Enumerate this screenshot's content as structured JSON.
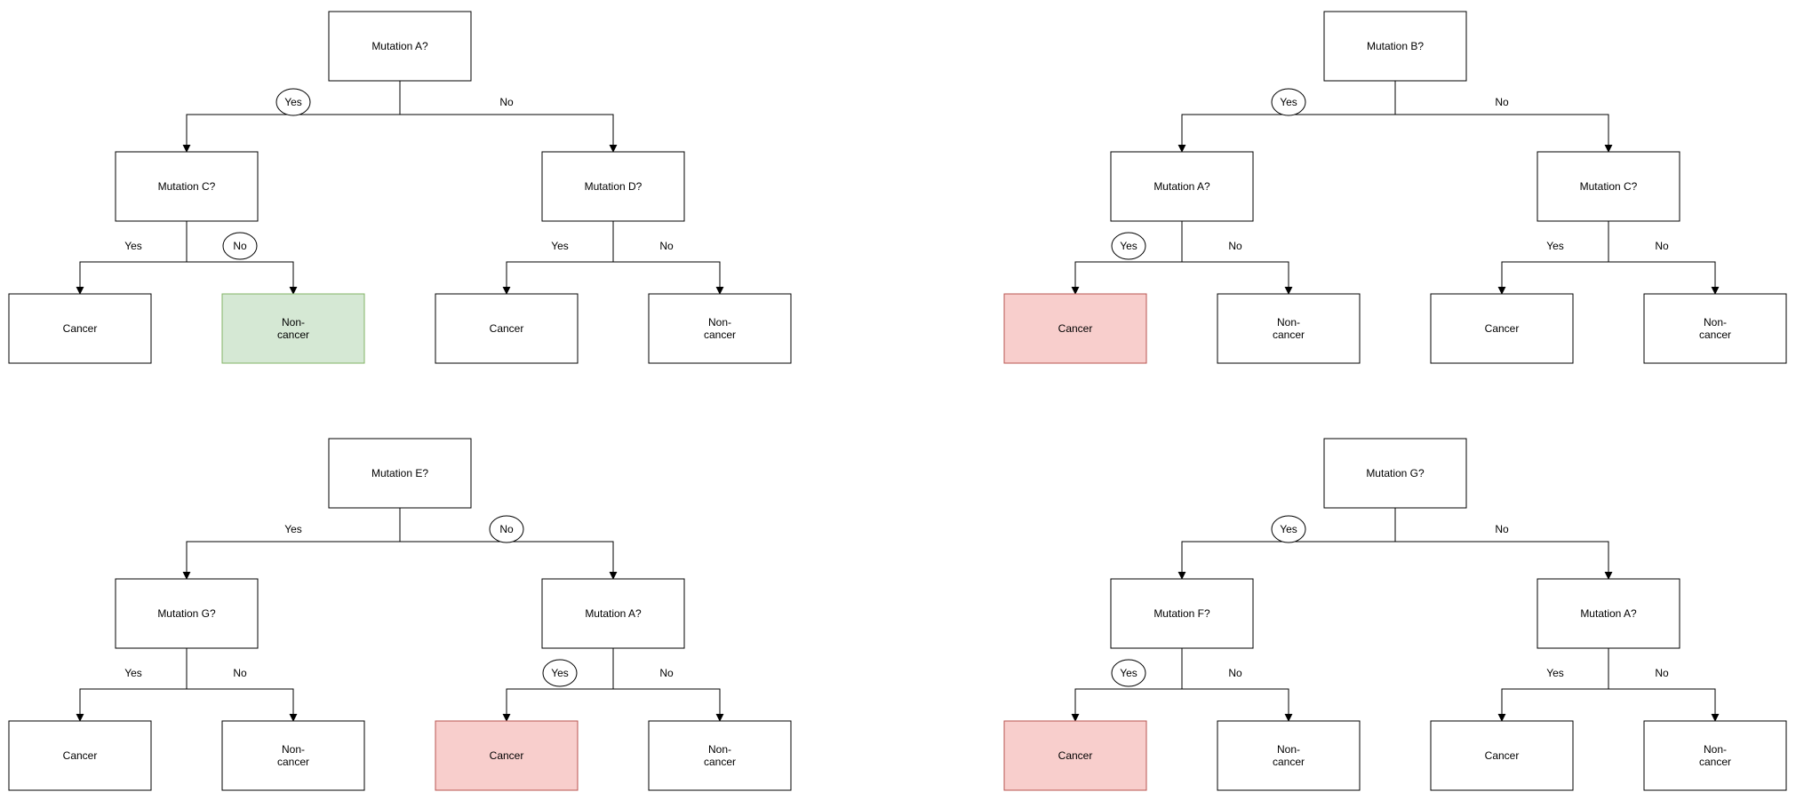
{
  "diagram": {
    "background": "#ffffff",
    "colors": {
      "node_fill": "#ffffff",
      "node_stroke": "#000000",
      "edge": "#000000",
      "text": "#000000",
      "highlight_green_fill": "#d5e8d4",
      "highlight_green_stroke": "#82b366",
      "highlight_red_fill": "#f8cecc",
      "highlight_red_stroke": "#b85450"
    },
    "trees": [
      {
        "name": "tree-top-left",
        "root": {
          "label": "Mutation A?"
        },
        "branches": [
          {
            "edge": {
              "label": "Yes",
              "circled": true
            },
            "node": {
              "label": "Mutation C?"
            },
            "leaves": [
              {
                "edge": {
                  "label": "Yes",
                  "circled": false
                },
                "lines": [
                  "Cancer"
                ],
                "highlight": "none"
              },
              {
                "edge": {
                  "label": "No",
                  "circled": true
                },
                "lines": [
                  "Non-",
                  "cancer"
                ],
                "highlight": "green"
              }
            ]
          },
          {
            "edge": {
              "label": "No",
              "circled": false
            },
            "node": {
              "label": "Mutation D?"
            },
            "leaves": [
              {
                "edge": {
                  "label": "Yes",
                  "circled": false
                },
                "lines": [
                  "Cancer"
                ],
                "highlight": "none"
              },
              {
                "edge": {
                  "label": "No",
                  "circled": false
                },
                "lines": [
                  "Non-",
                  "cancer"
                ],
                "highlight": "none"
              }
            ]
          }
        ]
      },
      {
        "name": "tree-top-right",
        "root": {
          "label": "Mutation B?"
        },
        "branches": [
          {
            "edge": {
              "label": "Yes",
              "circled": true
            },
            "node": {
              "label": "Mutation A?"
            },
            "leaves": [
              {
                "edge": {
                  "label": "Yes",
                  "circled": true
                },
                "lines": [
                  "Cancer"
                ],
                "highlight": "red"
              },
              {
                "edge": {
                  "label": "No",
                  "circled": false
                },
                "lines": [
                  "Non-",
                  "cancer"
                ],
                "highlight": "none"
              }
            ]
          },
          {
            "edge": {
              "label": "No",
              "circled": false
            },
            "node": {
              "label": "Mutation C?"
            },
            "leaves": [
              {
                "edge": {
                  "label": "Yes",
                  "circled": false
                },
                "lines": [
                  "Cancer"
                ],
                "highlight": "none"
              },
              {
                "edge": {
                  "label": "No",
                  "circled": false
                },
                "lines": [
                  "Non-",
                  "cancer"
                ],
                "highlight": "none"
              }
            ]
          }
        ]
      },
      {
        "name": "tree-bottom-left",
        "root": {
          "label": "Mutation E?"
        },
        "branches": [
          {
            "edge": {
              "label": "Yes",
              "circled": false
            },
            "node": {
              "label": "Mutation G?"
            },
            "leaves": [
              {
                "edge": {
                  "label": "Yes",
                  "circled": false
                },
                "lines": [
                  "Cancer"
                ],
                "highlight": "none"
              },
              {
                "edge": {
                  "label": "No",
                  "circled": false
                },
                "lines": [
                  "Non-",
                  "cancer"
                ],
                "highlight": "none"
              }
            ]
          },
          {
            "edge": {
              "label": "No",
              "circled": true
            },
            "node": {
              "label": "Mutation A?"
            },
            "leaves": [
              {
                "edge": {
                  "label": "Yes",
                  "circled": true
                },
                "lines": [
                  "Cancer"
                ],
                "highlight": "red"
              },
              {
                "edge": {
                  "label": "No",
                  "circled": false
                },
                "lines": [
                  "Non-",
                  "cancer"
                ],
                "highlight": "none"
              }
            ]
          }
        ]
      },
      {
        "name": "tree-bottom-right",
        "root": {
          "label": "Mutation G?"
        },
        "branches": [
          {
            "edge": {
              "label": "Yes",
              "circled": true
            },
            "node": {
              "label": "Mutation F?"
            },
            "leaves": [
              {
                "edge": {
                  "label": "Yes",
                  "circled": true
                },
                "lines": [
                  "Cancer"
                ],
                "highlight": "red"
              },
              {
                "edge": {
                  "label": "No",
                  "circled": false
                },
                "lines": [
                  "Non-",
                  "cancer"
                ],
                "highlight": "none"
              }
            ]
          },
          {
            "edge": {
              "label": "No",
              "circled": false
            },
            "node": {
              "label": "Mutation A?"
            },
            "leaves": [
              {
                "edge": {
                  "label": "Yes",
                  "circled": false
                },
                "lines": [
                  "Cancer"
                ],
                "highlight": "none"
              },
              {
                "edge": {
                  "label": "No",
                  "circled": false
                },
                "lines": [
                  "Non-",
                  "cancer"
                ],
                "highlight": "none"
              }
            ]
          }
        ]
      }
    ]
  }
}
